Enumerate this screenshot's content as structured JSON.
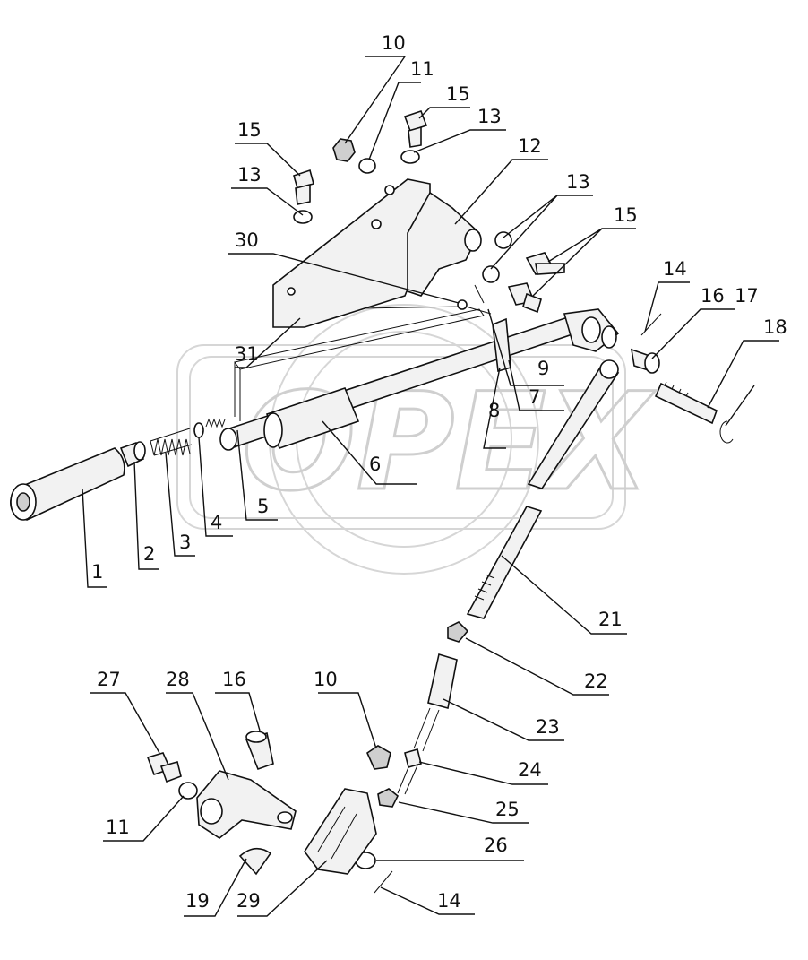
{
  "watermark": {
    "text": "OPEX"
  },
  "callouts": [
    {
      "id": "c1",
      "label": "1"
    },
    {
      "id": "c2",
      "label": "2"
    },
    {
      "id": "c3",
      "label": "3"
    },
    {
      "id": "c4",
      "label": "4"
    },
    {
      "id": "c5",
      "label": "5"
    },
    {
      "id": "c6",
      "label": "6"
    },
    {
      "id": "c7",
      "label": "7"
    },
    {
      "id": "c8",
      "label": "8"
    },
    {
      "id": "c9",
      "label": "9"
    },
    {
      "id": "c10a",
      "label": "10"
    },
    {
      "id": "c10b",
      "label": "10"
    },
    {
      "id": "c11a",
      "label": "11"
    },
    {
      "id": "c11b",
      "label": "11"
    },
    {
      "id": "c12",
      "label": "12"
    },
    {
      "id": "c13a",
      "label": "13"
    },
    {
      "id": "c13b",
      "label": "13"
    },
    {
      "id": "c13c",
      "label": "13"
    },
    {
      "id": "c14a",
      "label": "14"
    },
    {
      "id": "c14b",
      "label": "14"
    },
    {
      "id": "c15a",
      "label": "15"
    },
    {
      "id": "c15b",
      "label": "15"
    },
    {
      "id": "c15c",
      "label": "15"
    },
    {
      "id": "c16a",
      "label": "16"
    },
    {
      "id": "c16b",
      "label": "16"
    },
    {
      "id": "c17",
      "label": "17"
    },
    {
      "id": "c18",
      "label": "18"
    },
    {
      "id": "c19",
      "label": "19"
    },
    {
      "id": "c21",
      "label": "21"
    },
    {
      "id": "c22",
      "label": "22"
    },
    {
      "id": "c23",
      "label": "23"
    },
    {
      "id": "c24",
      "label": "24"
    },
    {
      "id": "c25",
      "label": "25"
    },
    {
      "id": "c26",
      "label": "26"
    },
    {
      "id": "c27",
      "label": "27"
    },
    {
      "id": "c28",
      "label": "28"
    },
    {
      "id": "c29",
      "label": "29"
    },
    {
      "id": "c30",
      "label": "30"
    },
    {
      "id": "c31",
      "label": "31"
    }
  ]
}
